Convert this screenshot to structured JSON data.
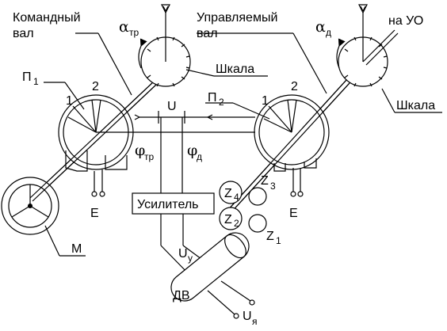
{
  "labels": {
    "command_shaft": [
      "Командный",
      "вал"
    ],
    "controlled_shaft": [
      "Управляемый",
      "вал"
    ],
    "alpha_tr": "α",
    "alpha_tr_sub": "тр",
    "alpha_d": "α",
    "alpha_d_sub": "д",
    "to_uo": "на УО",
    "scale_left": "Шкала",
    "scale_right": "Шкала",
    "p1": "П",
    "p1_sub": "1",
    "p2": "П",
    "p2_sub": "2",
    "num1_left": "1",
    "num2_left": "2",
    "num1_right": "1",
    "num2_right": "2",
    "u": "U",
    "phi_tr": "φ",
    "phi_tr_sub": "тр",
    "phi_d": "φ",
    "phi_d_sub": "д",
    "amplifier": "Усилитель",
    "e_left": "E",
    "e_right": "E",
    "z4": "Z",
    "z4_sub": "4",
    "z3": "Z",
    "z3_sub": "3",
    "z2": "Z",
    "z2_sub": "2",
    "z1": "Z",
    "z1_sub": "1",
    "m": "M",
    "motor": "ДВ",
    "u_y": "U",
    "u_y_sub": "у",
    "u_ya": "U",
    "u_ya_sub": "я"
  }
}
